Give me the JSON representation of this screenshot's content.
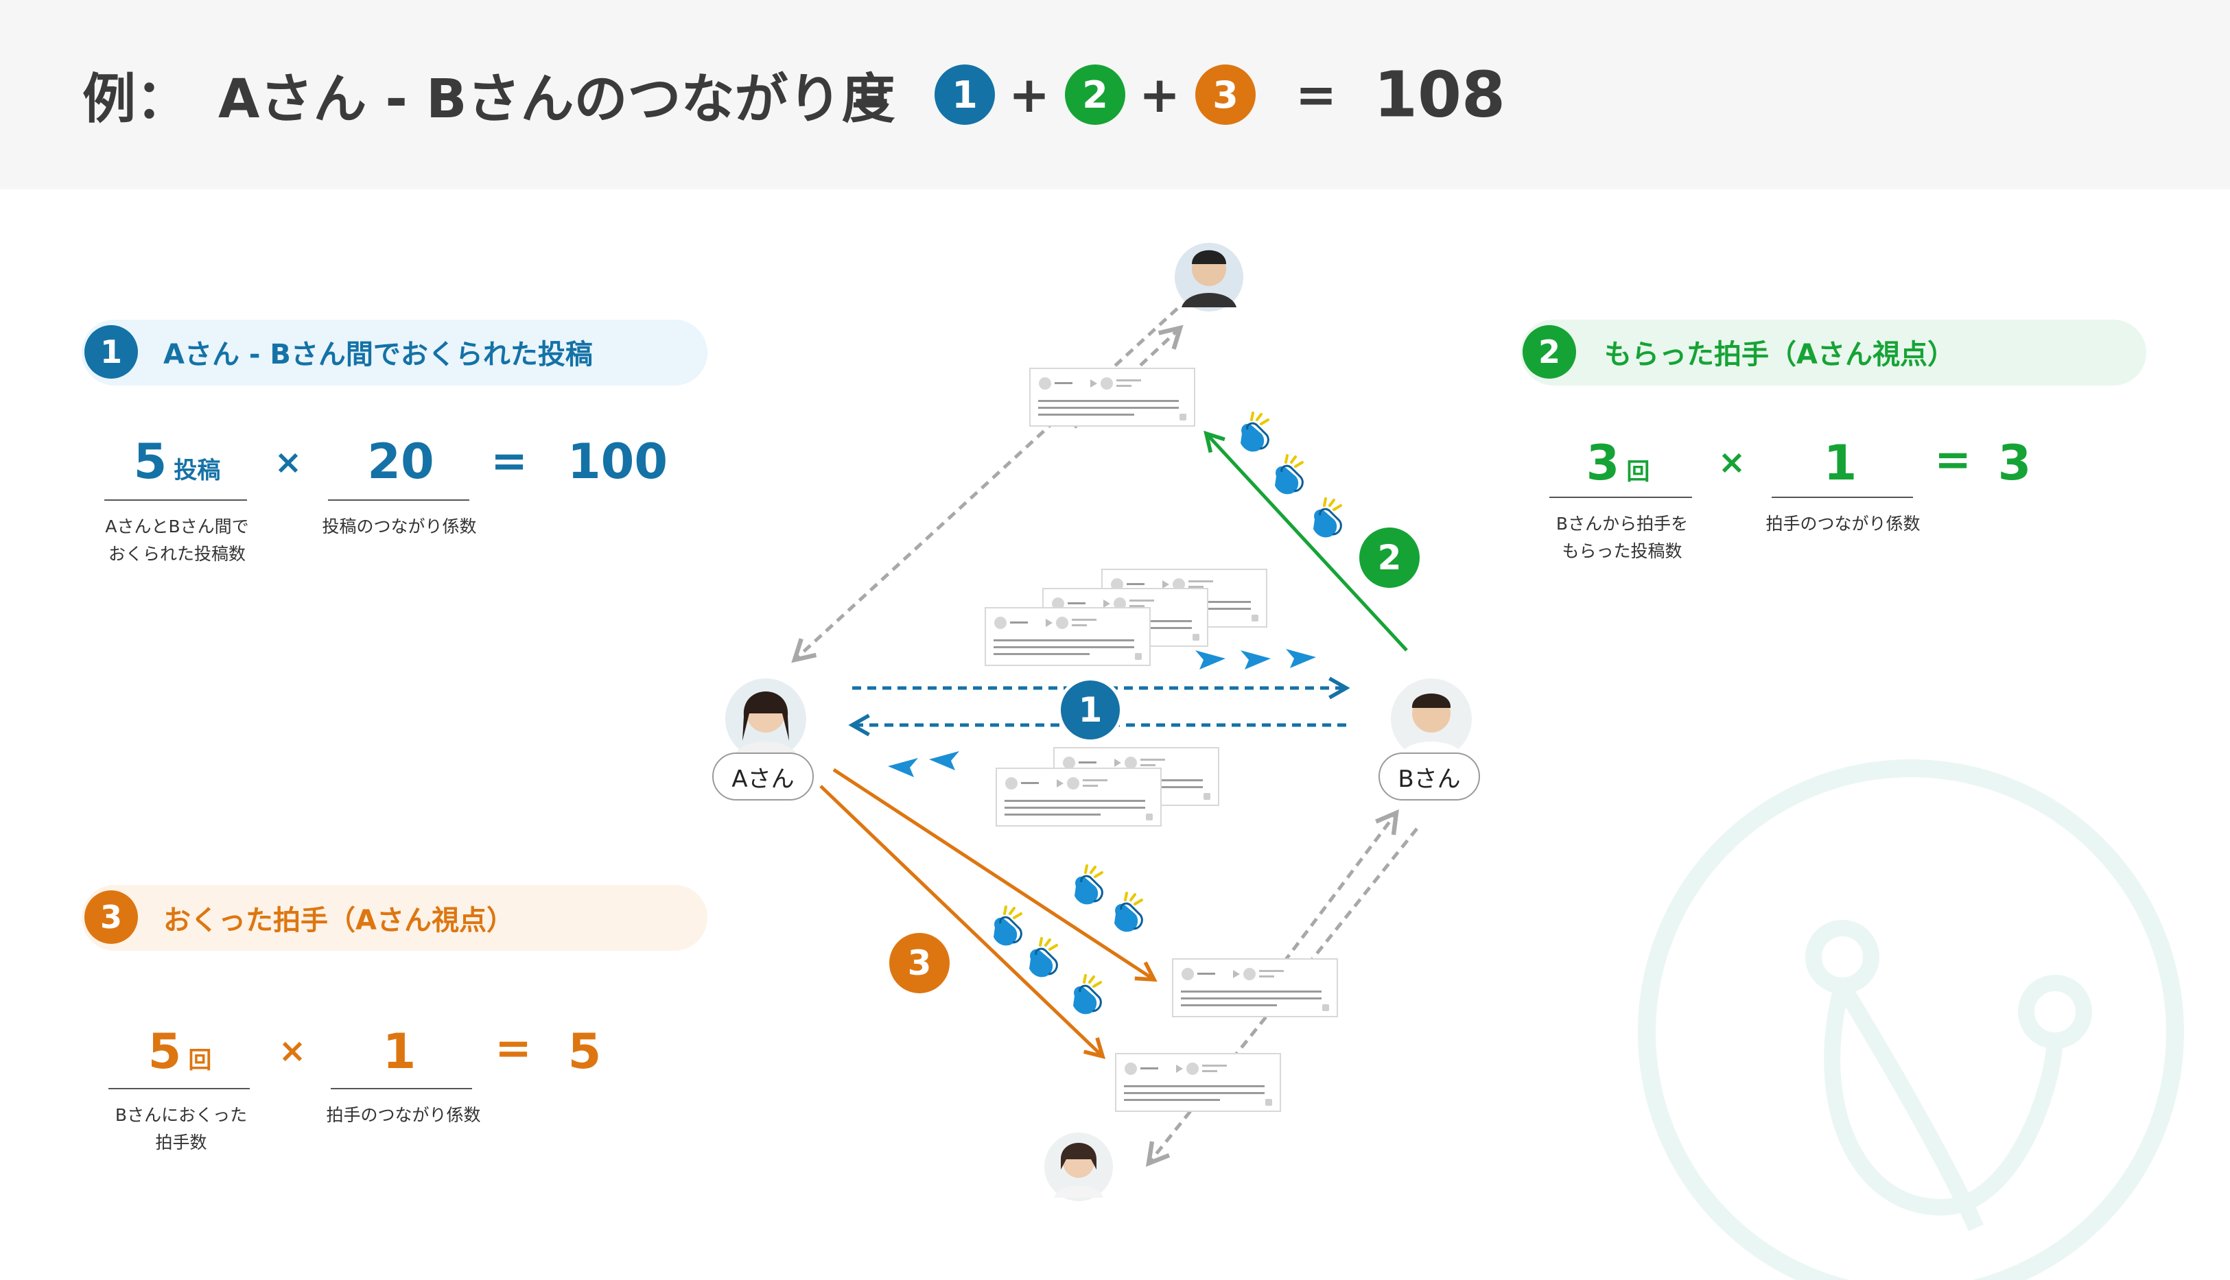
{
  "header": {
    "prefix": "例：",
    "title": "Aさん - Bさんのつながり度",
    "equals": "=",
    "plus": "+",
    "n1": "1",
    "n2": "2",
    "n3": "3",
    "total": "108"
  },
  "colors": {
    "blue": "#1472a6",
    "green": "#16a336",
    "orange": "#dd7611"
  },
  "sections": [
    {
      "badge": "1",
      "title": "Aさん - Bさん間でおくられた投稿",
      "left_value": "5",
      "left_unit": "投稿",
      "left_caption_1": "AさんとBさん間で",
      "left_caption_2": "おくられた投稿数",
      "times": "×",
      "coef": "20",
      "coef_caption": "投稿のつながり係数",
      "eq": "=",
      "result": "100"
    },
    {
      "badge": "2",
      "title": "もらった拍手（Aさん視点）",
      "left_value": "3",
      "left_unit": "回",
      "left_caption_1": "Bさんから拍手を",
      "left_caption_2": "もらった投稿数",
      "times": "×",
      "coef": "1",
      "coef_caption": "拍手のつながり係数",
      "eq": "=",
      "result": "3"
    },
    {
      "badge": "3",
      "title": "おくった拍手（Aさん視点）",
      "left_value": "5",
      "left_unit": "回",
      "left_caption_1": "Bさんにおくった",
      "left_caption_2": "拍手数",
      "times": "×",
      "coef": "1",
      "coef_caption": "拍手のつながり係数",
      "eq": "=",
      "result": "5"
    }
  ],
  "diagram": {
    "person_a": "Aさん",
    "person_b": "Bさん",
    "badge1": "1",
    "badge2": "2",
    "badge3": "3"
  }
}
